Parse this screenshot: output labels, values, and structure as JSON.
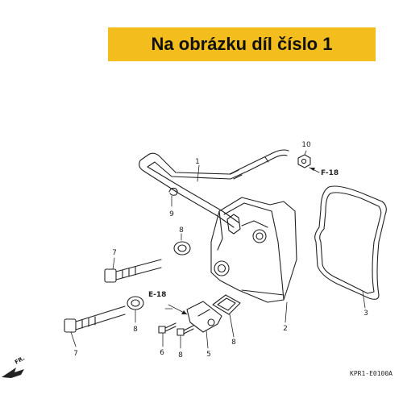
{
  "banner": {
    "text": "Na obrázku díl číslo 1",
    "color": "#f2bd1d"
  },
  "callouts": [
    "1",
    "2",
    "3",
    "5",
    "6",
    "7",
    "7",
    "8",
    "8",
    "8",
    "8",
    "9",
    "10"
  ],
  "references": [
    "F-18",
    "E-18"
  ],
  "front_marker": "FR.",
  "diagram_code": "KPR1-E0100A"
}
